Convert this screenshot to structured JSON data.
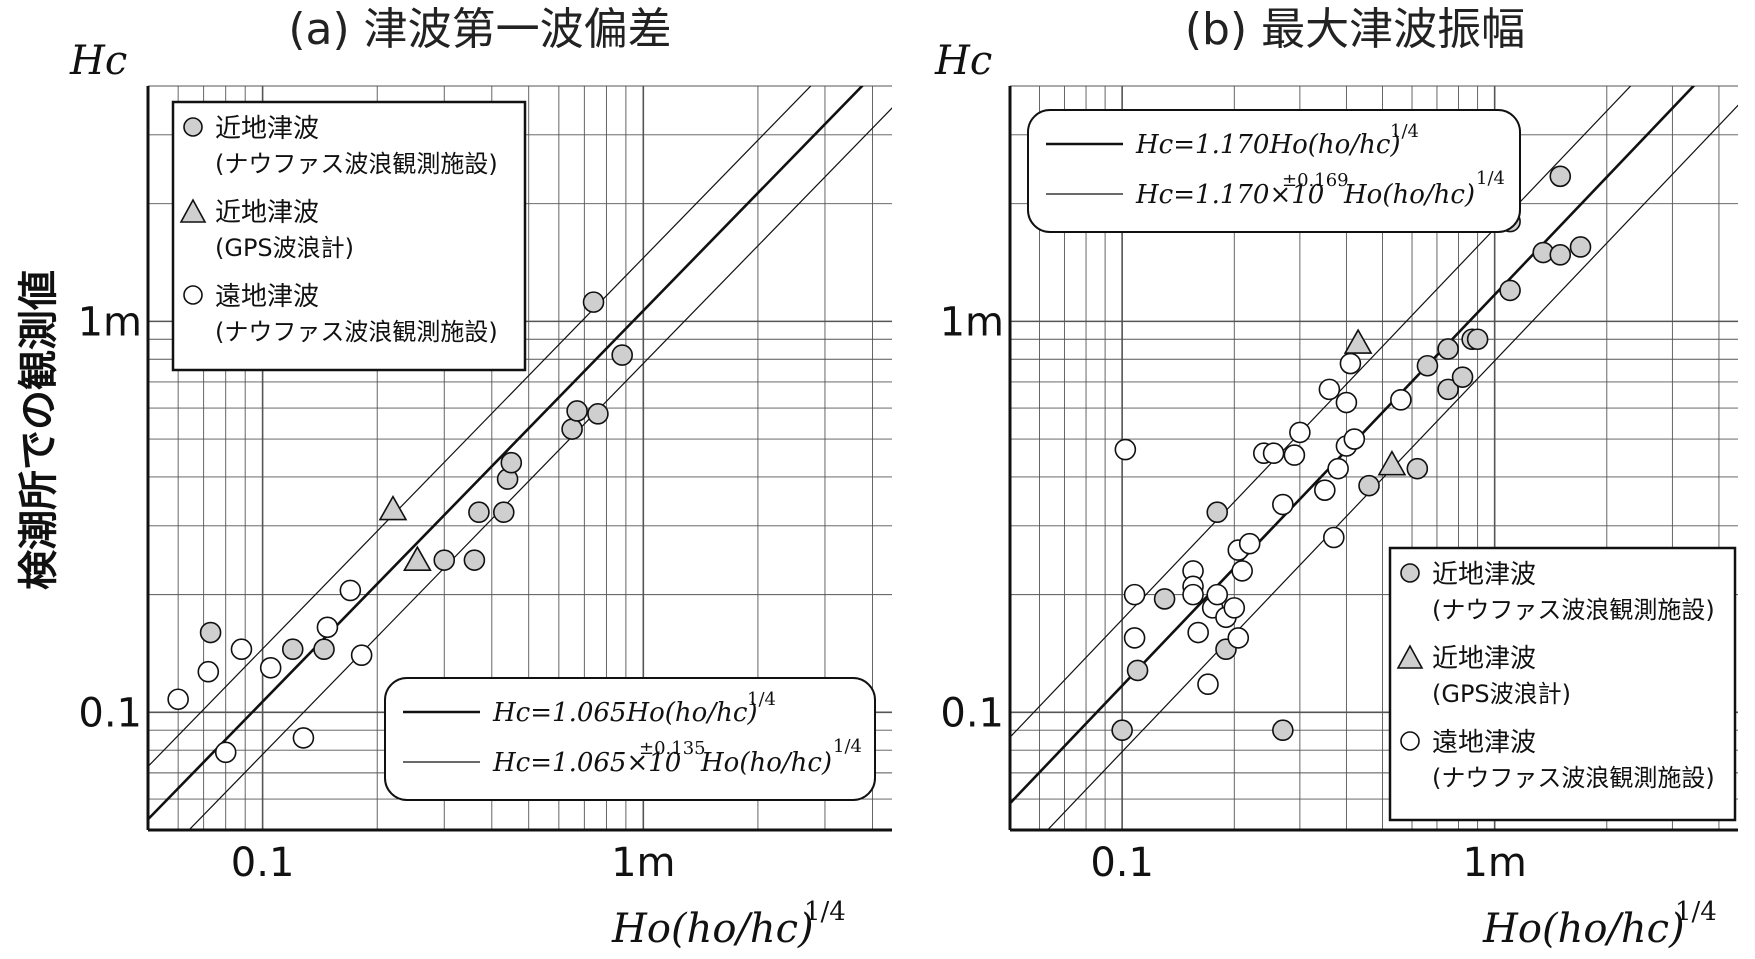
{
  "y_axis_label": "検潮所での観測値",
  "colors": {
    "near_gauge": "#cfcfcf",
    "near_gps": "#cfcfcf",
    "far": "#ffffff",
    "line": "#111111"
  },
  "chart_data": [
    {
      "type": "scatter",
      "title": "(a) 津波第一波偏差",
      "xlabel": "Ho(ho/hc)",
      "xlabel_sup": "1/4",
      "ylabel": "Hc",
      "scale": "log",
      "xlim": [
        0.05,
        4.5
      ],
      "ylim": [
        0.05,
        4.0
      ],
      "x_ticks": [
        "0.1",
        "1m"
      ],
      "y_ticks": [
        "0.1",
        "1m"
      ],
      "fit": {
        "coef": 1.065,
        "band_exp": 0.135
      },
      "fit_label": "Hc=1.065Ho(ho/hc)",
      "fit_label_sup": "1/4",
      "band_label": "Hc=1.065×10",
      "band_label_sup": "±0.135",
      "band_label_tail": "Ho(ho/hc)",
      "band_label_tail_sup": "1/4",
      "legend": [
        {
          "marker": "gray-circle",
          "label": "近地津波",
          "sub": "(ナウファス波浪観測施設)"
        },
        {
          "marker": "gray-triangle",
          "label": "近地津波",
          "sub": "(GPS波浪計)"
        },
        {
          "marker": "white-circle",
          "label": "遠地津波",
          "sub": "(ナウファス波浪観測施設)"
        }
      ],
      "series": [
        {
          "name": "近地津波 (ナウファス波浪観測施設)",
          "marker": "gray-circle",
          "points": [
            [
              0.073,
              0.16
            ],
            [
              0.12,
              0.145
            ],
            [
              0.145,
              0.145
            ],
            [
              0.3,
              0.245
            ],
            [
              0.36,
              0.245
            ],
            [
              0.37,
              0.325
            ],
            [
              0.43,
              0.325
            ],
            [
              0.44,
              0.395
            ],
            [
              0.45,
              0.435
            ],
            [
              0.65,
              0.53
            ],
            [
              0.67,
              0.59
            ],
            [
              0.76,
              0.58
            ],
            [
              0.74,
              1.12
            ],
            [
              0.88,
              0.82
            ]
          ]
        },
        {
          "name": "近地津波 (GPS波浪計)",
          "marker": "gray-triangle",
          "points": [
            [
              0.22,
              0.33
            ],
            [
              0.255,
              0.245
            ]
          ]
        },
        {
          "name": "遠地津波 (ナウファス波浪観測施設)",
          "marker": "white-circle",
          "points": [
            [
              0.06,
              0.108
            ],
            [
              0.072,
              0.127
            ],
            [
              0.08,
              0.079
            ],
            [
              0.088,
              0.145
            ],
            [
              0.105,
              0.13
            ],
            [
              0.128,
              0.086
            ],
            [
              0.148,
              0.165
            ],
            [
              0.17,
              0.205
            ],
            [
              0.182,
              0.14
            ]
          ]
        }
      ]
    },
    {
      "type": "scatter",
      "title": "(b) 最大津波振幅",
      "xlabel": "Ho(ho/hc)",
      "xlabel_sup": "1/4",
      "ylabel": "Hc",
      "scale": "log",
      "xlim": [
        0.05,
        4.5
      ],
      "ylim": [
        0.05,
        4.0
      ],
      "x_ticks": [
        "0.1",
        "1m"
      ],
      "y_ticks": [
        "0.1",
        "1m"
      ],
      "fit": {
        "coef": 1.17,
        "band_exp": 0.169
      },
      "fit_label": "Hc=1.170Ho(ho/hc)",
      "fit_label_sup": "1/4",
      "band_label": "Hc=1.170×10",
      "band_label_sup": "±0.169",
      "band_label_tail": "Ho(ho/hc)",
      "band_label_tail_sup": "1/4",
      "legend": [
        {
          "marker": "gray-circle",
          "label": "近地津波",
          "sub": "(ナウファス波浪観測施設)"
        },
        {
          "marker": "gray-triangle",
          "label": "近地津波",
          "sub": "(GPS波浪計)"
        },
        {
          "marker": "white-circle",
          "label": "遠地津波",
          "sub": "(ナウファス波浪観測施設)"
        }
      ],
      "series": [
        {
          "name": "近地津波 (ナウファス波浪観測施設)",
          "marker": "gray-circle",
          "points": [
            [
              0.1,
              0.09
            ],
            [
              0.11,
              0.128
            ],
            [
              0.13,
              0.195
            ],
            [
              0.19,
              0.145
            ],
            [
              0.18,
              0.325
            ],
            [
              0.27,
              0.09
            ],
            [
              0.46,
              0.38
            ],
            [
              0.62,
              0.42
            ],
            [
              0.66,
              0.77
            ],
            [
              0.75,
              0.85
            ],
            [
              0.75,
              0.67
            ],
            [
              0.82,
              0.72
            ],
            [
              0.87,
              0.9
            ],
            [
              0.9,
              0.9
            ],
            [
              1.1,
              1.2
            ],
            [
              1.1,
              1.8
            ],
            [
              1.35,
              1.5
            ],
            [
              1.5,
              2.35
            ],
            [
              1.7,
              1.55
            ],
            [
              1.5,
              1.48
            ]
          ]
        },
        {
          "name": "近地津波 (GPS波浪計)",
          "marker": "gray-triangle",
          "points": [
            [
              0.43,
              0.88
            ],
            [
              0.53,
              0.43
            ]
          ]
        },
        {
          "name": "遠地津波 (ナウファス波浪観測施設)",
          "marker": "white-circle",
          "points": [
            [
              0.102,
              0.47
            ],
            [
              0.108,
              0.2
            ],
            [
              0.108,
              0.155
            ],
            [
              0.155,
              0.23
            ],
            [
              0.155,
              0.21
            ],
            [
              0.155,
              0.2
            ],
            [
              0.16,
              0.16
            ],
            [
              0.17,
              0.118
            ],
            [
              0.175,
              0.185
            ],
            [
              0.18,
              0.2
            ],
            [
              0.19,
              0.175
            ],
            [
              0.2,
              0.185
            ],
            [
              0.205,
              0.155
            ],
            [
              0.205,
              0.26
            ],
            [
              0.21,
              0.23
            ],
            [
              0.22,
              0.27
            ],
            [
              0.24,
              0.46
            ],
            [
              0.255,
              0.46
            ],
            [
              0.27,
              0.34
            ],
            [
              0.29,
              0.455
            ],
            [
              0.3,
              0.52
            ],
            [
              0.35,
              0.37
            ],
            [
              0.36,
              0.67
            ],
            [
              0.37,
              0.28
            ],
            [
              0.38,
              0.42
            ],
            [
              0.4,
              0.48
            ],
            [
              0.4,
              0.62
            ],
            [
              0.41,
              0.78
            ],
            [
              0.42,
              0.5
            ],
            [
              0.56,
              0.63
            ]
          ]
        }
      ]
    }
  ]
}
